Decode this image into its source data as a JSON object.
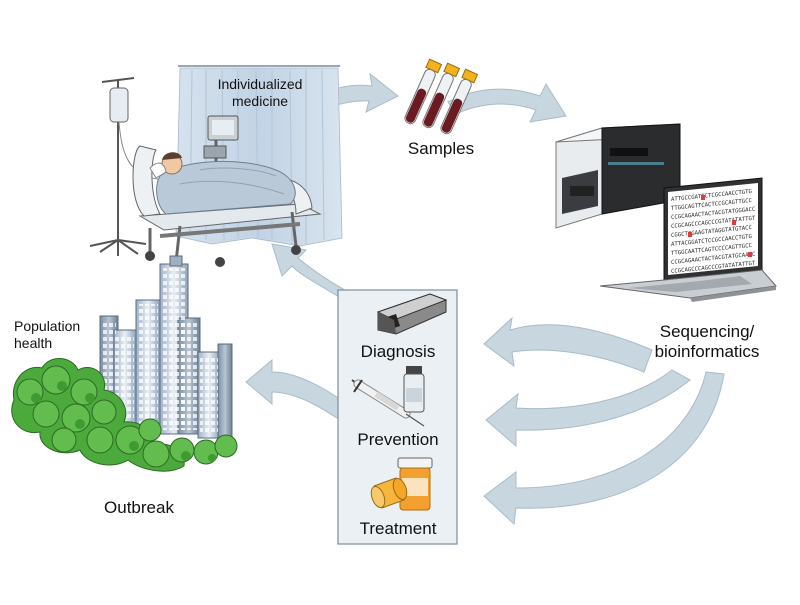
{
  "labels": {
    "individualized_medicine_line1": "Individualized",
    "individualized_medicine_line2": "medicine",
    "samples": "Samples",
    "sequencing_line1": "Sequencing/",
    "sequencing_line2": "bioinformatics",
    "population_health_line1": "Population",
    "population_health_line2": "health",
    "outbreak": "Outbreak",
    "diagnosis": "Diagnosis",
    "prevention": "Prevention",
    "treatment": "Treatment"
  },
  "screen_sequence": [
    "ATTGCCGATTCTCGCCAACCTGTG",
    "TTGGCAGTTCACTCCGCAGTTGCC",
    "CCGCAGAACTACTACGTATGGGACC",
    "CCGCAGCCCAGCCCGTATATATTGT",
    "CGGCTCGAAGTATAGGTATGTACC",
    "ATTACGGATCTCCGCCAACCTGTG",
    "TTGGCAATTCAGTCCCCAGTTGCC",
    "CCGCAGAACTACTACGTATGCAACC",
    "CCGCAGCCCAGCCCGTATATATTGT"
  ],
  "colors": {
    "arrow_fill": "#c7d6df",
    "arrow_stroke": "#a9bcc8",
    "panel_fill": "#eaf0f4",
    "panel_border": "#7c8e9b",
    "curtain": "#c5d5e6",
    "tube_cap": "#f2b21c",
    "blood": "#6b1a22",
    "tree_green": "#4caa3c",
    "sequencer_body": "#2a2c2e",
    "screen_bg": "#ffffff",
    "mutation_highlight": "#e03a3a"
  },
  "icons": [
    "iv-stand-icon",
    "hospital-bed-icon",
    "patient-icon",
    "bedside-monitor-icon",
    "curtain-icon",
    "blood-tube-icon",
    "sequencer-icon",
    "laptop-icon",
    "city-icon",
    "trees-icon",
    "microscope-slide-icon",
    "syringe-icon",
    "vial-icon",
    "pill-bottle-icon",
    "capsule-icon"
  ]
}
